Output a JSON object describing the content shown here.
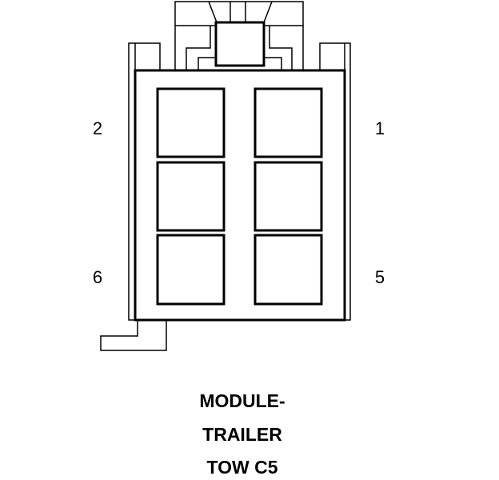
{
  "connector": {
    "title_lines": [
      "MODULE-",
      "TRAILER",
      "TOW C5"
    ],
    "pin_labels": {
      "pin_1": "1",
      "pin_2": "2",
      "pin_5": "5",
      "pin_6": "6"
    },
    "cavity_count": 6
  },
  "colors": {
    "line": "#000000",
    "background": "#ffffff"
  }
}
